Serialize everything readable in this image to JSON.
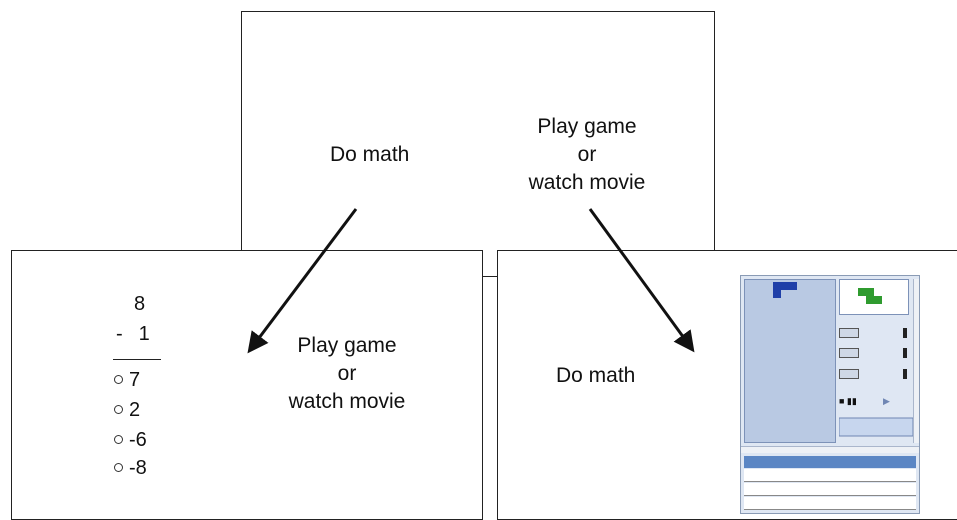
{
  "top": {
    "left_label": "Do math",
    "right_label": [
      "Play game",
      "or",
      "watch movie"
    ]
  },
  "left_panel": {
    "problem": {
      "minuend": "8",
      "operator": "-",
      "subtrahend": "1"
    },
    "choices": [
      "7",
      "2",
      "-6",
      "-8"
    ],
    "label": [
      "Play game",
      "or",
      "watch movie"
    ]
  },
  "right_panel": {
    "label": "Do math",
    "tetris": {
      "pause_label": "■ ▮▮",
      "resume_label": "▶ ",
      "header": "",
      "rows": [
        "",
        "",
        ""
      ]
    }
  },
  "colors": {
    "stroke": "#222222",
    "tetris_blue": "#1f3fa8",
    "tetris_green": "#2f9b2f"
  }
}
